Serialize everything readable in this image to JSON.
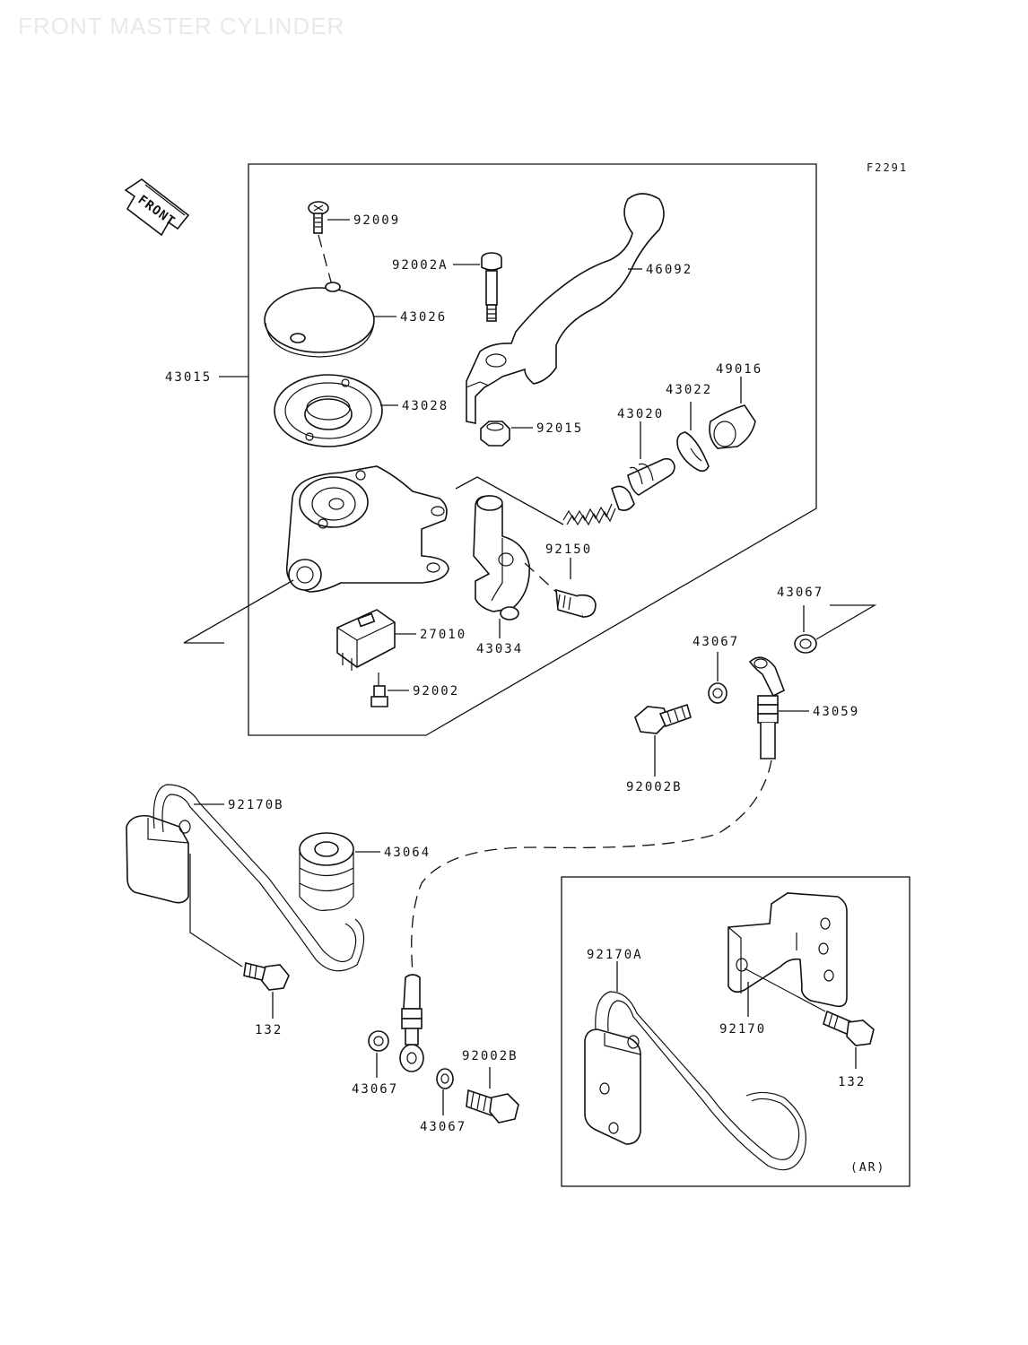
{
  "title": "FRONT MASTER CYLINDER",
  "figure_code": "F2291",
  "front_label": "FRONT",
  "variant_label": "(AR)",
  "parts": {
    "p92009": "92009",
    "p92002A": "92002A",
    "p46092": "46092",
    "p43026": "43026",
    "p43015": "43015",
    "p43028": "43028",
    "p92015": "92015",
    "p43022": "43022",
    "p49016": "49016",
    "p43020": "43020",
    "p92150": "92150",
    "p43067_a": "43067",
    "p43067_b": "43067",
    "p27010": "27010",
    "p43034": "43034",
    "p92002": "92002",
    "p43059": "43059",
    "p92002B_a": "92002B",
    "p92170B": "92170B",
    "p43064": "43064",
    "p132_a": "132",
    "p43067_c": "43067",
    "p92002B_b": "92002B",
    "p43067_d": "43067",
    "p92170A": "92170A",
    "p92170": "92170",
    "p132_b": "132"
  }
}
